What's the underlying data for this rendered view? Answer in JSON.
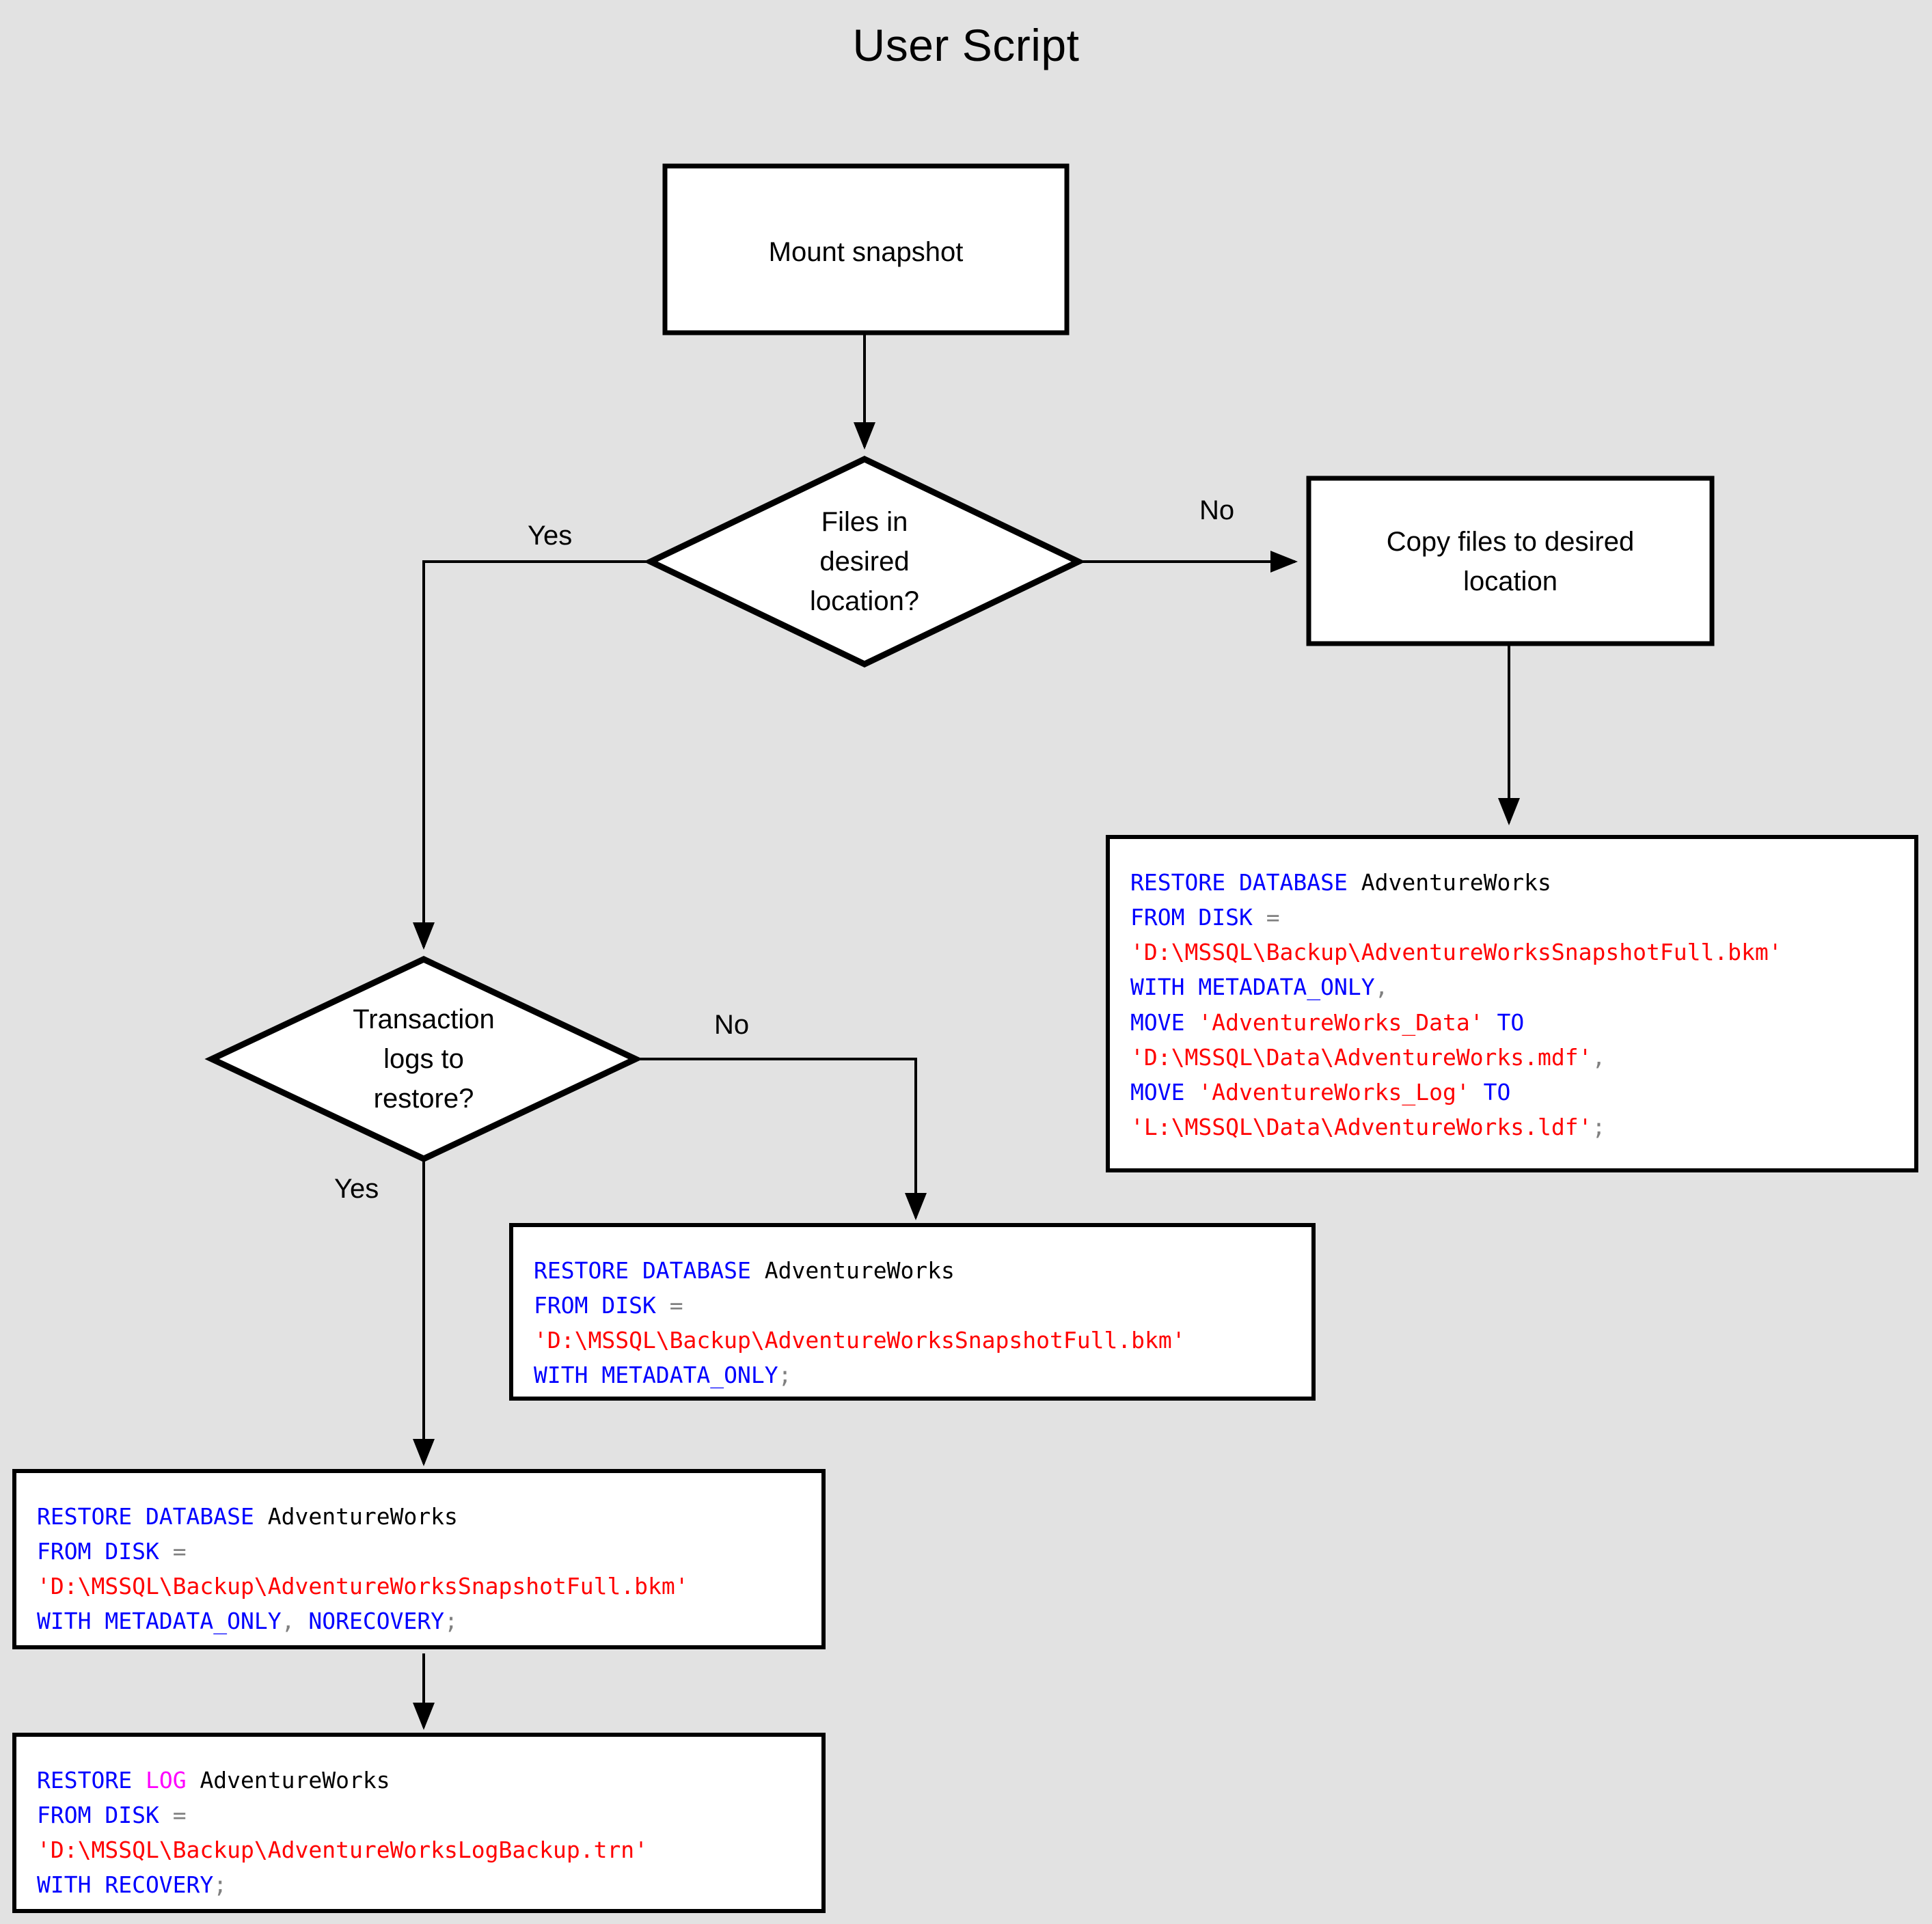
{
  "page": {
    "title": "User Script",
    "background_color": "#e2e2e2",
    "shape_fill": "#ffffff",
    "shape_stroke": "#000000"
  },
  "palette": {
    "keyword": "#0000ff",
    "keyword_alt": "#ff00ff",
    "string": "#ff0000",
    "identifier": "#000000",
    "punctuation": "#808080"
  },
  "nodes": {
    "mount_snapshot": {
      "label": "Mount snapshot"
    },
    "files_in_desired_location": {
      "line1": "Files in",
      "line2": "desired",
      "line3": "location?"
    },
    "copy_files": {
      "line1": "Copy files to desired",
      "line2": "location"
    },
    "transaction_logs": {
      "line1": "Transaction",
      "line2": "logs to",
      "line3": "restore?"
    }
  },
  "edges": {
    "files_yes": "Yes",
    "files_no": "No",
    "logs_no": "No",
    "logs_yes": "Yes"
  },
  "code_blocks": {
    "restore_with_move": {
      "name": "restore-database-with-move",
      "lines": [
        [
          {
            "t": "RESTORE DATABASE ",
            "c": "kw"
          },
          {
            "t": "AdventureWorks",
            "c": "id"
          }
        ],
        [
          {
            "t": "FROM DISK ",
            "c": "kw"
          },
          {
            "t": "=",
            "c": "pun"
          }
        ],
        [
          {
            "t": "'D:\\MSSQL\\Backup\\AdventureWorksSnapshotFull.bkm'",
            "c": "str"
          }
        ],
        [
          {
            "t": "WITH METADATA_ONLY",
            "c": "kw"
          },
          {
            "t": ",",
            "c": "pun"
          }
        ],
        [
          {
            "t": "MOVE ",
            "c": "kw"
          },
          {
            "t": "'AdventureWorks_Data'",
            "c": "str"
          },
          {
            "t": " TO",
            "c": "kw"
          }
        ],
        [
          {
            "t": "'D:\\MSSQL\\Data\\AdventureWorks.mdf'",
            "c": "str"
          },
          {
            "t": ",",
            "c": "pun"
          }
        ],
        [
          {
            "t": "MOVE ",
            "c": "kw"
          },
          {
            "t": "'AdventureWorks_Log'",
            "c": "str"
          },
          {
            "t": " TO",
            "c": "kw"
          }
        ],
        [
          {
            "t": "'L:\\MSSQL\\Data\\AdventureWorks.ldf'",
            "c": "str"
          },
          {
            "t": ";",
            "c": "pun"
          }
        ]
      ]
    },
    "restore_metadata_only": {
      "name": "restore-database-metadata-only",
      "lines": [
        [
          {
            "t": "RESTORE DATABASE ",
            "c": "kw"
          },
          {
            "t": "AdventureWorks",
            "c": "id"
          }
        ],
        [
          {
            "t": "FROM DISK ",
            "c": "kw"
          },
          {
            "t": "=",
            "c": "pun"
          }
        ],
        [
          {
            "t": "'D:\\MSSQL\\Backup\\AdventureWorksSnapshotFull.bkm'",
            "c": "str"
          }
        ],
        [
          {
            "t": "WITH METADATA_ONLY",
            "c": "kw"
          },
          {
            "t": ";",
            "c": "pun"
          }
        ]
      ]
    },
    "restore_norecovery": {
      "name": "restore-database-norecovery",
      "lines": [
        [
          {
            "t": "RESTORE DATABASE ",
            "c": "kw"
          },
          {
            "t": "AdventureWorks",
            "c": "id"
          }
        ],
        [
          {
            "t": "FROM DISK ",
            "c": "kw"
          },
          {
            "t": "=",
            "c": "pun"
          }
        ],
        [
          {
            "t": "'D:\\MSSQL\\Backup\\AdventureWorksSnapshotFull.bkm'",
            "c": "str"
          }
        ],
        [
          {
            "t": "WITH METADATA_ONLY",
            "c": "kw"
          },
          {
            "t": ", ",
            "c": "pun"
          },
          {
            "t": "NORECOVERY",
            "c": "kw"
          },
          {
            "t": ";",
            "c": "pun"
          }
        ]
      ]
    },
    "restore_log": {
      "name": "restore-log-with-recovery",
      "lines": [
        [
          {
            "t": "RESTORE ",
            "c": "kw"
          },
          {
            "t": "LOG",
            "c": "kw2"
          },
          {
            "t": " ",
            "c": "id"
          },
          {
            "t": "AdventureWorks",
            "c": "id"
          }
        ],
        [
          {
            "t": "FROM DISK ",
            "c": "kw"
          },
          {
            "t": "=",
            "c": "pun"
          }
        ],
        [
          {
            "t": "'D:\\MSSQL\\Backup\\AdventureWorksLogBackup.trn'",
            "c": "str"
          }
        ],
        [
          {
            "t": "WITH RECOVERY",
            "c": "kw"
          },
          {
            "t": ";",
            "c": "pun"
          }
        ]
      ]
    }
  }
}
